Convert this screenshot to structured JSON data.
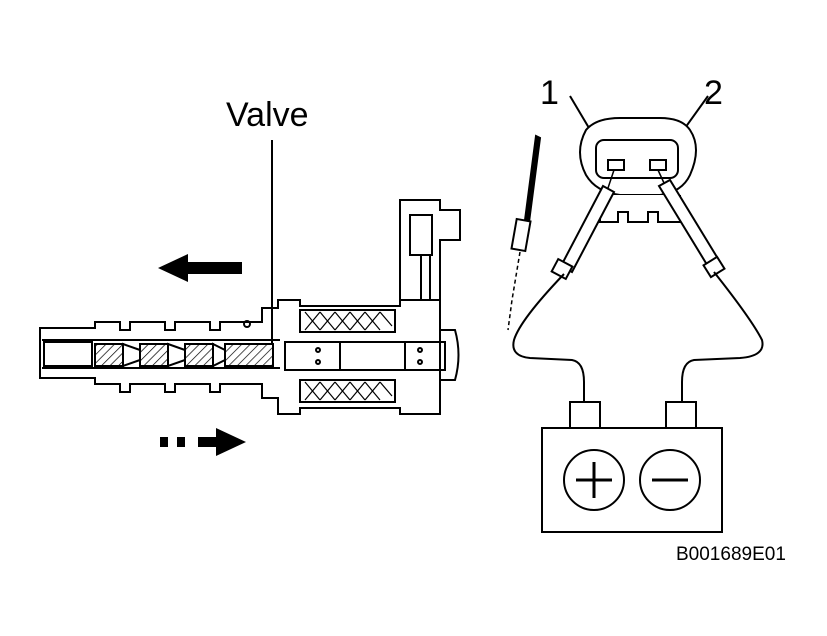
{
  "labels": {
    "valve": "Valve",
    "terminal_1": "1",
    "terminal_2": "2",
    "figure_code": "B001689E01"
  },
  "battery": {
    "positive_symbol": "+",
    "negative_symbol": "−"
  },
  "colors": {
    "line": "#000000",
    "background": "#ffffff",
    "hatch": "#000000"
  },
  "icons": {
    "left_arrow": "solid-arrow-left",
    "right_arrow": "dashed-arrow-right",
    "battery": "battery-icon",
    "connector": "connector-icon",
    "probe": "test-probe-icon"
  }
}
